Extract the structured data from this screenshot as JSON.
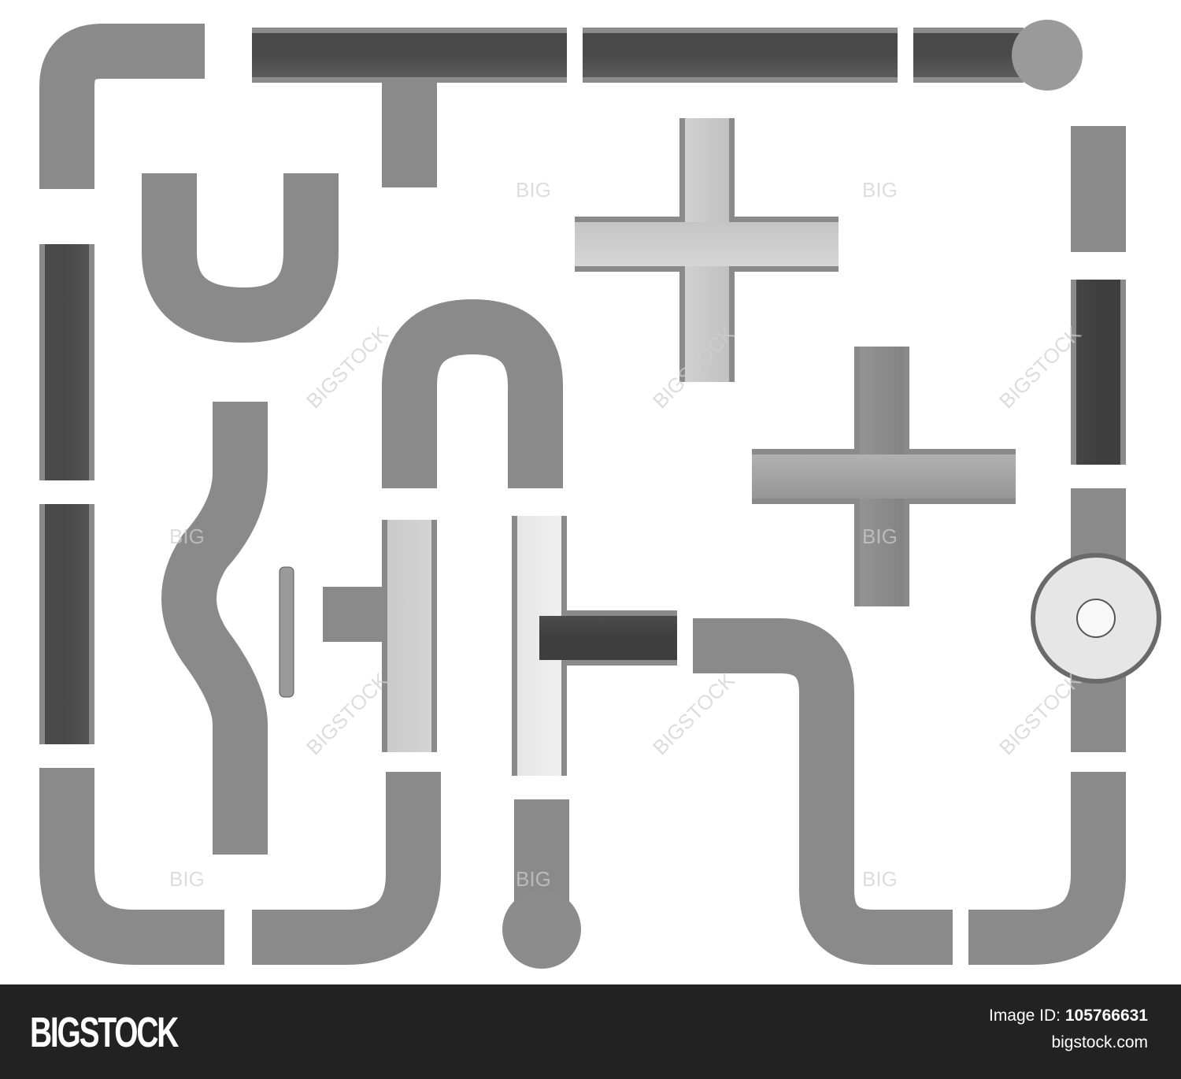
{
  "image": {
    "description": "Set of chrome/steel pipe fittings on white background",
    "pieces": [
      "elbow",
      "tee",
      "straight-pipe",
      "elbow-cap",
      "u-bend",
      "cross",
      "cross",
      "straight-pipe",
      "straight-pipe",
      "s-offset",
      "inverted-u",
      "valve-with-handwheel",
      "tee",
      "offset-pipe",
      "wheel-valve",
      "elbow",
      "elbow",
      "cap",
      "elbow"
    ],
    "watermarks": [
      "BIGSTOCK",
      "BIG"
    ]
  },
  "footer": {
    "brand": "BIGSTOCK",
    "image_id_label": "Image ID:",
    "image_id": "105766631",
    "site": "bigstock.com",
    "background": "#222222"
  }
}
